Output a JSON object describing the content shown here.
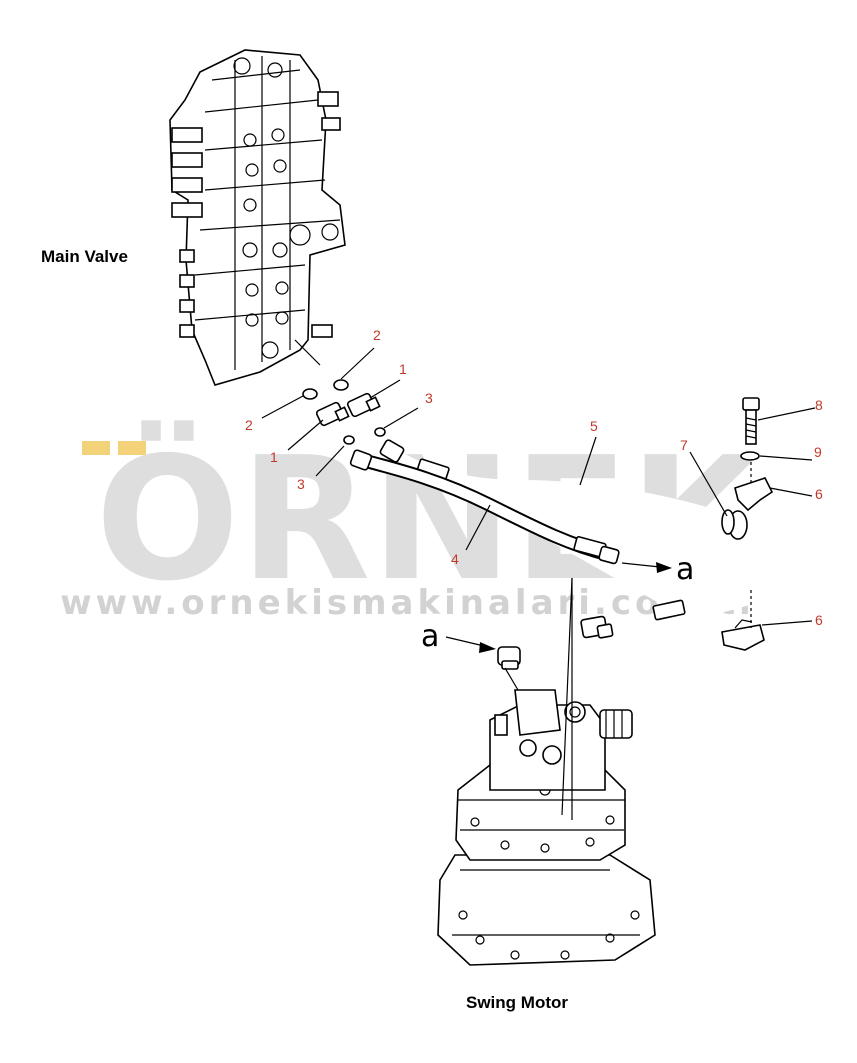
{
  "labels": {
    "main_valve": "Main Valve",
    "swing_motor": "Swing Motor"
  },
  "watermark": {
    "brand": "ÖRNEK",
    "url": "www.ornekismakinalari.com.tr",
    "brand_color": "#dedede",
    "accent_color": "#f3d27a"
  },
  "callouts": {
    "c1a": "1",
    "c1b": "1",
    "c2a": "2",
    "c2b": "2",
    "c3a": "3",
    "c3b": "3",
    "c4": "4",
    "c5": "5",
    "c6a": "6",
    "c6b": "6",
    "c7": "7",
    "c8": "8",
    "c9": "9"
  },
  "refs": {
    "ref_a1": "a",
    "ref_a2": "a"
  },
  "colors": {
    "callout": "#c0392b",
    "line": "#000000"
  }
}
